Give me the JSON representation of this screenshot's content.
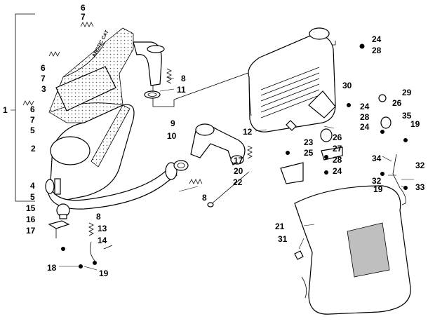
{
  "labels": [
    "1",
    "2",
    "3",
    "4",
    "5",
    "5",
    "6",
    "6",
    "6",
    "7",
    "7",
    "7",
    "8",
    "8",
    "8",
    "9",
    "10",
    "11",
    "12",
    "13",
    "14",
    "15",
    "16",
    "17",
    "17",
    "18",
    "19",
    "19",
    "19",
    "20",
    "21",
    "22",
    "23",
    "24",
    "24",
    "24",
    "24",
    "25",
    "26",
    "26",
    "27",
    "28",
    "28",
    "28",
    "29",
    "30",
    "31",
    "32",
    "32",
    "33",
    "34",
    "35"
  ],
  "muffler_logo_text": "ARCTIC CAT"
}
